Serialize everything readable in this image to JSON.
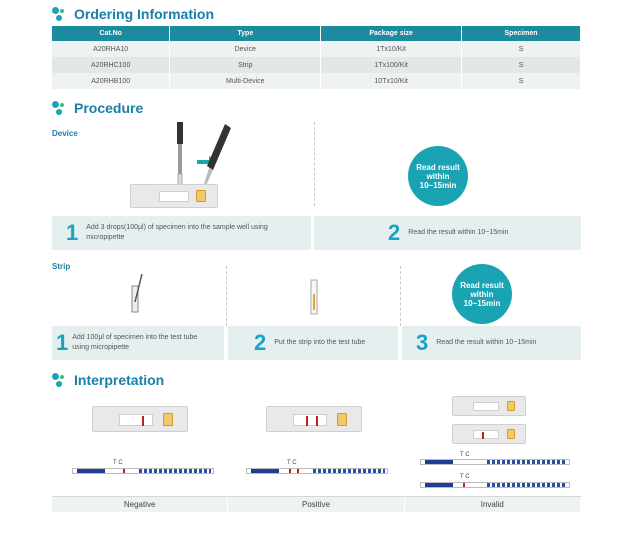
{
  "ordering": {
    "title": "Ordering Information",
    "headers": [
      "Cat.No",
      "Type",
      "Package size",
      "Specimen"
    ],
    "rows": [
      [
        "A20RHA10",
        "Device",
        "1Tx10/Kit",
        "S"
      ],
      [
        "A20RHC100",
        "Strip",
        "1Tx100/Kit",
        "S"
      ],
      [
        "A20RHB100",
        "Multi-Device",
        "10Tx10/Kit",
        "S"
      ]
    ]
  },
  "procedure": {
    "title": "Procedure",
    "device_label": "Device",
    "strip_label": "Strip",
    "read_result": [
      "Read result",
      "within",
      "10~15min"
    ],
    "device_steps": [
      {
        "num": "1",
        "text": "Add 3 drops(100μl) of specimen into the sample well using micropipette"
      },
      {
        "num": "2",
        "text": "Read the result within 10~15min"
      }
    ],
    "strip_steps": [
      {
        "num": "1",
        "text": "Add 100μl of specimen into the test tube using micropipette"
      },
      {
        "num": "2",
        "text": "Put the strip into the test tube"
      },
      {
        "num": "3",
        "text": "Read the result within 10~15min"
      }
    ]
  },
  "interpretation": {
    "title": "Interpretation",
    "tc_label": "T  C",
    "results": [
      "Negative",
      "Positive",
      "Invalid"
    ]
  },
  "colors": {
    "accent": "#1aa3b3",
    "header_teal": "#1d8b9e",
    "title_blue": "#1a7fa8",
    "line_red": "#b22222",
    "strip_blue": "#1e3d99"
  }
}
